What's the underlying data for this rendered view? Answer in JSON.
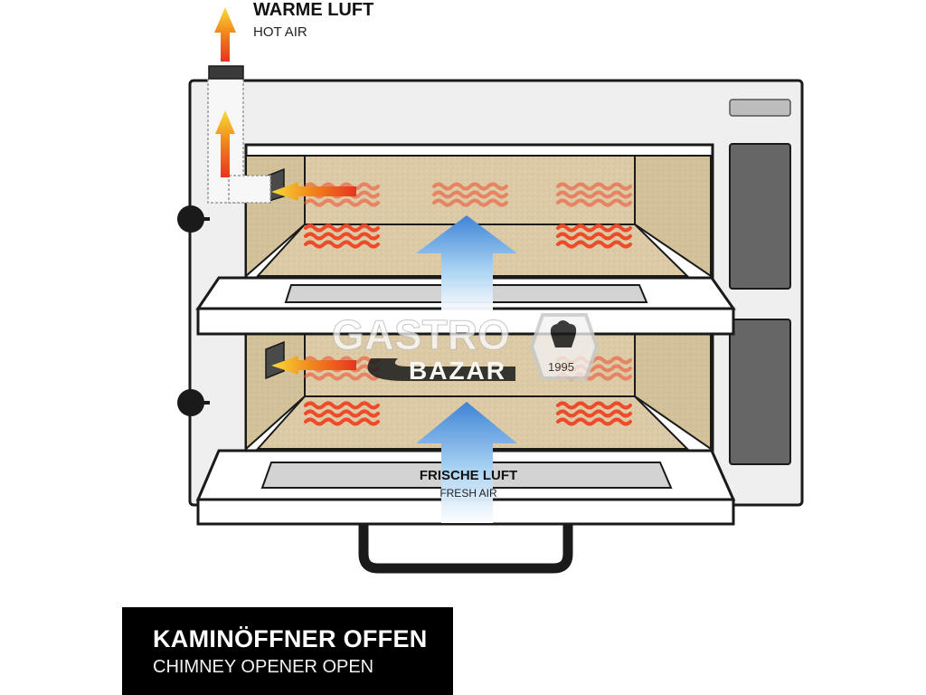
{
  "labels": {
    "top_title": "WARME LUFT",
    "top_subtitle": "HOT AIR",
    "bottom_title": "FRISCHE LUFT",
    "bottom_subtitle": "FRESH AIR"
  },
  "watermark": {
    "line1": "GASTRO",
    "line2": "BAZAR",
    "year": "1995"
  },
  "caption": {
    "title": "KAMINÖFFNER OFFEN",
    "subtitle": "CHIMNEY OPENER OPEN"
  },
  "colors": {
    "oven_body": "#efefef",
    "outline": "#1a1a1a",
    "chamber_stone": "#d9c9a4",
    "control_panel": "#666666",
    "heat_waves": "#ee4b2b",
    "fresh_air_arrow": "#4a90d9",
    "hot_air_arrow": "#e8331f",
    "caption_bg": "#000000"
  }
}
